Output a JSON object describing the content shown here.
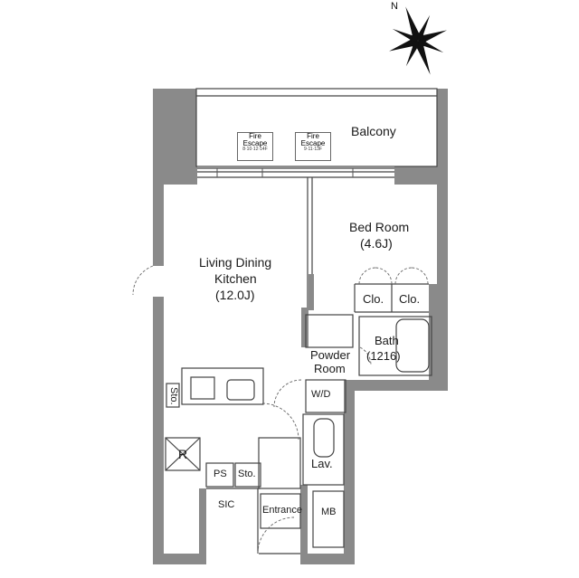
{
  "plan": {
    "rooms": {
      "balcony": "Balcony",
      "bed_room": "Bed Room",
      "bed_room_size": "(4.6J)",
      "ldk_line1": "Living Dining",
      "ldk_line2": "Kitchen",
      "ldk_size": "(12.0J)",
      "bath": "Bath",
      "bath_size": "(1216)",
      "powder_room_line1": "Powder",
      "powder_room_line2": "Room",
      "closet_1": "Clo.",
      "closet_2": "Clo.",
      "wd": "W/D",
      "lav": "Lav.",
      "entrance": "Entrance",
      "sic": "SIC",
      "ps": "PS",
      "storage_entry": "Sto.",
      "storage_kitchen": "Sto.",
      "mb": "MB",
      "refrigerator": "R"
    },
    "fire_escape_1": {
      "line1": "Fire",
      "line2": "Escape",
      "floors": "8·10·12·14F"
    },
    "fire_escape_2": {
      "line1": "Fire",
      "line2": "Escape",
      "floors": "9·11·13F"
    },
    "compass": {
      "north_label": "N"
    },
    "colors": {
      "wall": "#8a8a8a",
      "line": "#444444",
      "background": "#ffffff"
    }
  }
}
